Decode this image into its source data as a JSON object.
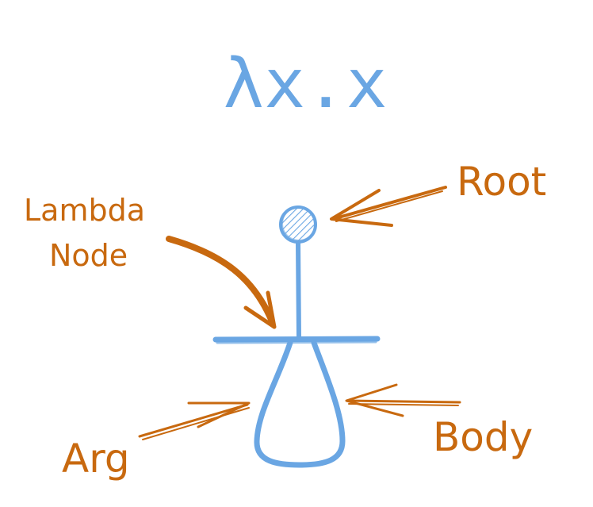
{
  "formula": "λx.x",
  "labels": {
    "root": "Root",
    "lambda_line1": "Lambda",
    "lambda_line2": "Node",
    "arg": "Arg",
    "body": "Body"
  },
  "colors": {
    "tree": "#6aa6e3",
    "annotation": "#c8690f"
  }
}
